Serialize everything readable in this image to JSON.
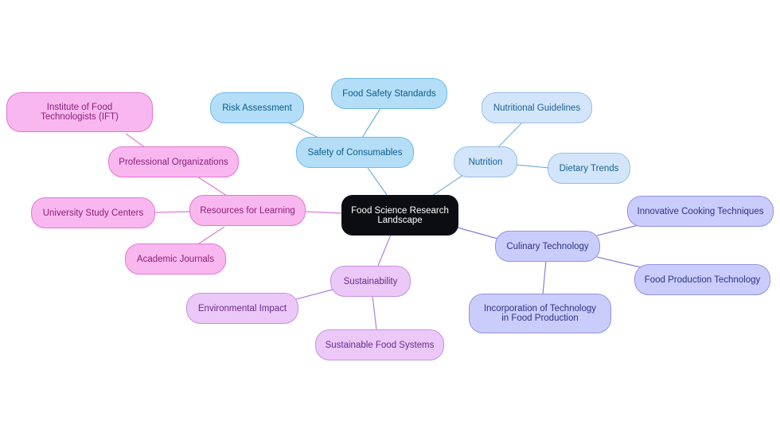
{
  "colors": {
    "root": {
      "fill": "#0b0d12",
      "stroke": "#0b0d12",
      "text": "#ffffff"
    },
    "safety": {
      "fill": "#b4def8",
      "stroke": "#6fb8e8",
      "text": "#0a5c8a",
      "edge": "#6cb4e2"
    },
    "nutrition": {
      "fill": "#d3e5fa",
      "stroke": "#95bde9",
      "text": "#1a6196",
      "edge": "#7fb2dc"
    },
    "culinary": {
      "fill": "#cacdfb",
      "stroke": "#8f93e4",
      "text": "#2d3284",
      "edge": "#8a7cd4"
    },
    "sustain": {
      "fill": "#ebc8f8",
      "stroke": "#c88fe6",
      "text": "#6a2b8a",
      "edge": "#b67fd8"
    },
    "learning": {
      "fill": "#f9b7ef",
      "stroke": "#e474d5",
      "text": "#8c1f7a",
      "edge": "#e27ad4"
    }
  },
  "diagram": {
    "root": {
      "label": "Food Science Research Landscape"
    },
    "safety": {
      "label": "Safety of Consumables",
      "children": [
        "Risk Assessment",
        "Food Safety Standards"
      ]
    },
    "nutrition": {
      "label": "Nutrition",
      "children": [
        "Nutritional Guidelines",
        "Dietary Trends"
      ]
    },
    "culinary": {
      "label": "Culinary Technology",
      "children": [
        "Innovative Cooking Techniques",
        "Food Production Technology",
        "Incorporation of Technology in Food Production"
      ]
    },
    "sustainability": {
      "label": "Sustainability",
      "children": [
        "Environmental Impact",
        "Sustainable Food Systems"
      ]
    },
    "learning": {
      "label": "Resources for Learning",
      "children": [
        "Professional Organizations",
        "University Study Centers",
        "Academic Journals"
      ],
      "grandchildren": [
        "Institute of Food Technologists (IFT)"
      ]
    }
  }
}
